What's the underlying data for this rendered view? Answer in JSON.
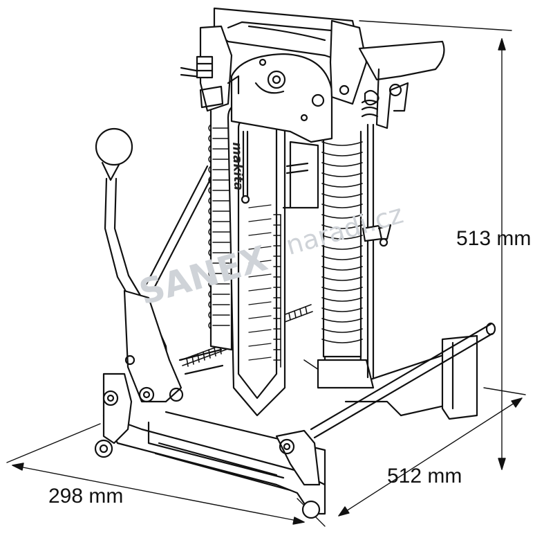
{
  "dimensions": {
    "height": "513 mm",
    "depth": "512 mm",
    "width": "298 mm"
  },
  "watermark": {
    "brand": "SANEX",
    "domain": "naradi.cz"
  },
  "blade_logo": "makita"
}
